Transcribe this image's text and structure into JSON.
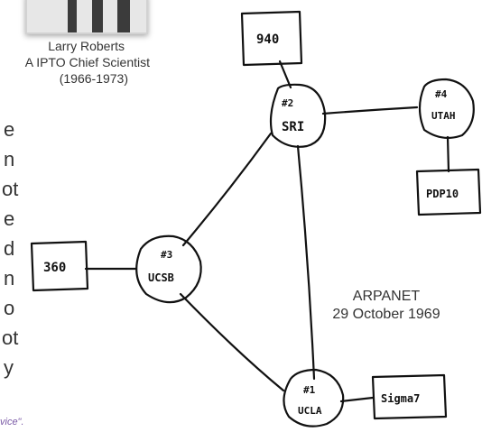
{
  "photo": {
    "name": "Larry Roberts",
    "title": "A IPTO Chief Scientist",
    "years": "(1966-1973)"
  },
  "cut_text": {
    "line_ends": [
      "e",
      "n",
      "ot",
      "e",
      "d",
      "n",
      "o",
      "ot",
      "y"
    ],
    "footnote": "vice\"."
  },
  "diagram": {
    "nodes": {
      "n940": "940",
      "sri_num": "#2",
      "sri_name": "SRI",
      "utah_num": "#4",
      "utah_name": "UTAH",
      "pdp10": "PDP10",
      "n360": "360",
      "ucsb_num": "#3",
      "ucsb_name": "UCSB",
      "ucla_num": "#1",
      "ucla_name": "UCLA",
      "sigma7": "Sigma7"
    },
    "label_title": "ARPANET",
    "label_date": "29 October 1969"
  }
}
